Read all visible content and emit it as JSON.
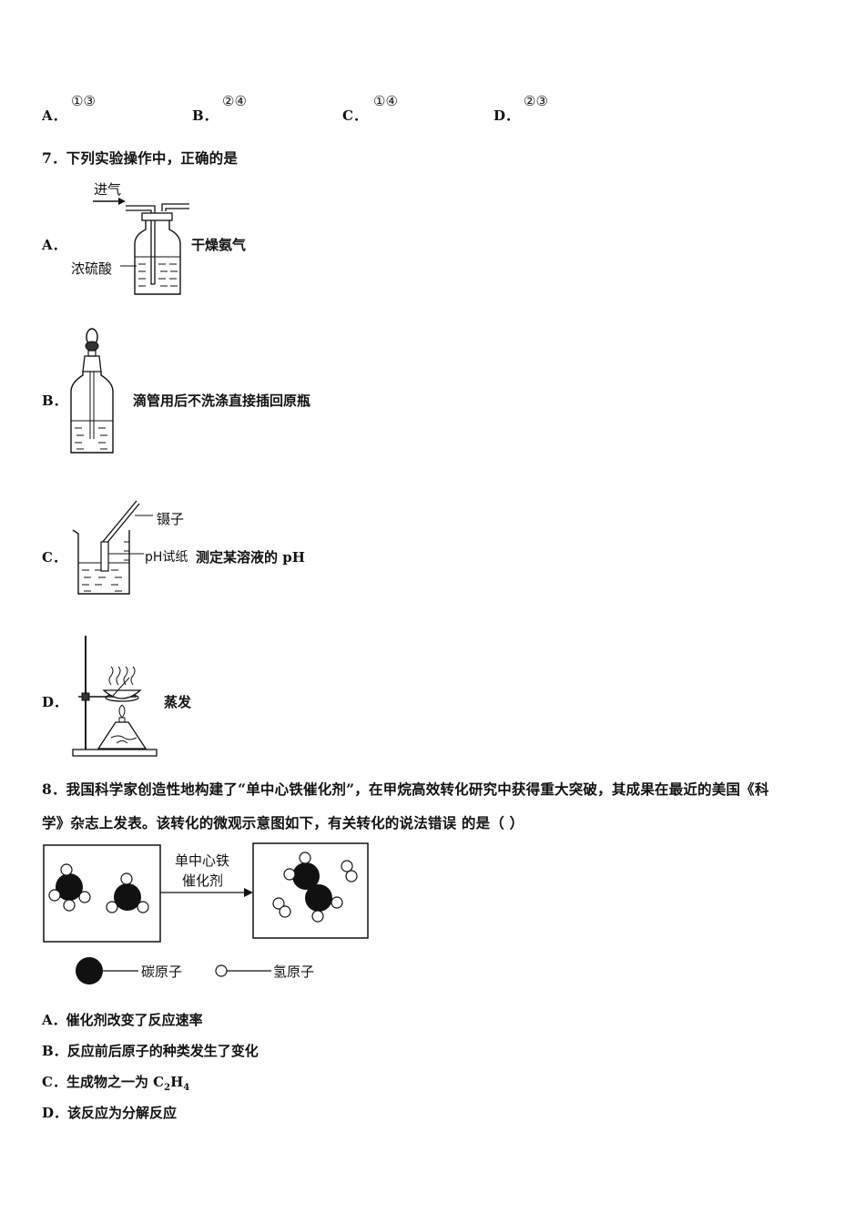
{
  "q6": {
    "options": [
      {
        "letter": "A．",
        "value": "①③"
      },
      {
        "letter": "B．",
        "value": "②④"
      },
      {
        "letter": "C．",
        "value": "①④"
      },
      {
        "letter": "D．",
        "value": "②③"
      }
    ]
  },
  "q7": {
    "stem": "7．下列实验操作中，正确的是",
    "options": [
      {
        "letter": "A．",
        "text": "干燥氨气",
        "labels": {
          "inlet": "进气",
          "acid": "浓硫酸"
        }
      },
      {
        "letter": "B．",
        "text": "滴管用后不洗涤直接插回原瓶"
      },
      {
        "letter": "C．",
        "text": "测定某溶液的 pH",
        "labels": {
          "tweezers": "镊子",
          "paper": "pH试纸"
        }
      },
      {
        "letter": "D．",
        "text": "蒸发"
      }
    ]
  },
  "q8": {
    "stem_line1": "8．我国科学家创造性地构建了“单中心铁催化剂”，在甲烷高效转化研究中获得重大突破，其成果在最近的美国《科",
    "stem_line2": "学》杂志上发表。该转化的微观示意图如下，有关转化的说法错误  的是（        ）",
    "diagram": {
      "catalyst_line1": "单中心铁",
      "catalyst_line2": "催化剂",
      "legend_carbon": "碳原子",
      "legend_hydrogen": "氢原子"
    },
    "options": [
      {
        "letter": "A．",
        "text": "催化剂改变了反应速率"
      },
      {
        "letter": "B．",
        "text": "反应前后原子的种类发生了变化"
      },
      {
        "letter": "C．",
        "text": "生成物之一为 C",
        "sub1": "2",
        "mid": "H",
        "sub2": "4"
      },
      {
        "letter": "D．",
        "text": "该反应为分解反应"
      }
    ]
  }
}
